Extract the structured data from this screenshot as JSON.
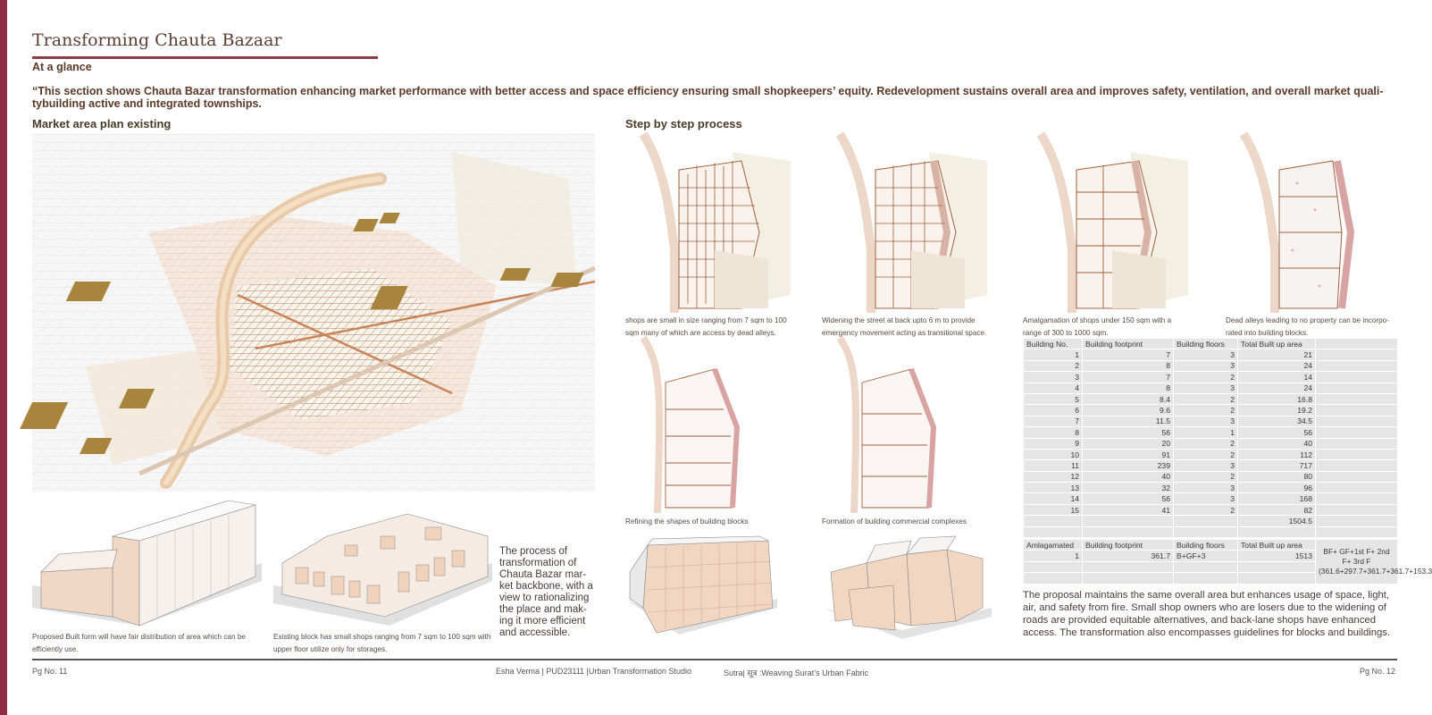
{
  "header": {
    "title": "Transforming Chauta Bazaar",
    "subtitle": "At a glance",
    "intro": "“This section shows Chauta Bazar transformation enhancing market performance with better access and space efficiency ensuring small shopkeepers’ equity. Redevelopment sustains overall area and improves safety, ventilation, and overall market quali-tybuilding active and integrated townships."
  },
  "left": {
    "heading": "Market area plan existing",
    "caption_proposed": "Proposed Built form will have fair distribution of area which can be efficiently use.",
    "caption_existing": "Existing block has small shops ranging from 7 sqm to 100 sqm with upper floor utilize only for storages.",
    "process_text": "The process of transformation of Chauta Bazar mar-ket backbone, with a view to rationalizing the place and mak-ing it more efficient and accessible."
  },
  "right": {
    "heading": "Step by step process",
    "steps": [
      "shops are small in size ranging from 7 sqm to 100 sqm many of which are access by dead alleys.",
      "Widening the street at back upto 6 m to provide emergency movement acting as transitional space.",
      "Amalgamation of shops under 150 sqm with a range of 300 to 1000 sqm.",
      "Dead alleys leading to no property can be incorpo-rated into building blocks.",
      "Refining the shapes of building blocks",
      "Formation of building commercial complexes"
    ],
    "proposal_text": "The proposal maintains the same overall area but enhances usage of space, light, air, and safety from fire. Small shop owners who are losers due to the widening of roads are provided equitable alternatives, and back-lane shops have enhanced access. The transformation also encompasses guidelines for blocks and buildings."
  },
  "table1": {
    "headers": [
      "Building No.",
      "Building footprint",
      "Building floors",
      "Total Built up area"
    ],
    "rows": [
      [
        "1",
        "7",
        "3",
        "21"
      ],
      [
        "2",
        "8",
        "3",
        "24"
      ],
      [
        "3",
        "7",
        "2",
        "14"
      ],
      [
        "4",
        "8",
        "3",
        "24"
      ],
      [
        "5",
        "8.4",
        "2",
        "16.8"
      ],
      [
        "6",
        "9.6",
        "2",
        "19.2"
      ],
      [
        "7",
        "11.5",
        "3",
        "34.5"
      ],
      [
        "8",
        "56",
        "1",
        "56"
      ],
      [
        "9",
        "20",
        "2",
        "40"
      ],
      [
        "10",
        "91",
        "2",
        "112"
      ],
      [
        "11",
        "239",
        "3",
        "717"
      ],
      [
        "12",
        "40",
        "2",
        "80"
      ],
      [
        "13",
        "32",
        "3",
        "96"
      ],
      [
        "14",
        "56",
        "3",
        "168"
      ],
      [
        "15",
        "41",
        "2",
        "82"
      ]
    ],
    "total": "1504.5"
  },
  "table2": {
    "headers": [
      "Amlagamated",
      "Building footprint",
      "Building floors",
      "Total Built up area"
    ],
    "row": [
      "1",
      "361.7",
      "B+GF+3",
      "1513"
    ],
    "note": "BF+ GF+1st F+ 2nd F+ 3rd F (361.6+297.7+361.7+361.7+153.3"
  },
  "footer": {
    "left": "Pg No. 11",
    "center": "Esha Verma | PUD23111 |Urban Transformation Studio",
    "center2": "Sutra| सूत्र :Weaving Surat’s Urban Fabric",
    "right": "Pg No. 12"
  },
  "colors": {
    "edge": "#8b2b45",
    "rule": "#8b3c43",
    "road": "#e8c9a8",
    "outline": "#a0603c",
    "block": "#a8843c"
  }
}
